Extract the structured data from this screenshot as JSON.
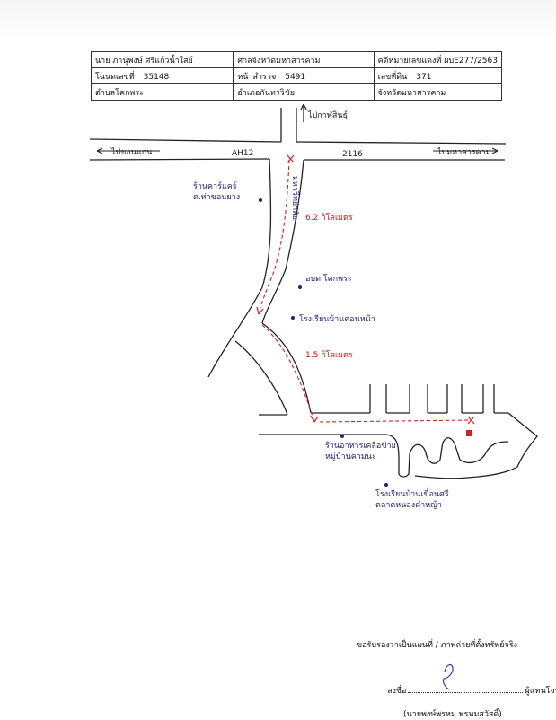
{
  "header": {
    "rows": [
      [
        "นาย ภานุพงษ์ ศรีแก้วน้ำใสย์",
        "ศาลจังหวัดมหาสารคาม",
        "คดีหมายเลขแดงที่ ผบE277/2563"
      ],
      [
        "โฉนดเลขที่",
        "หน้าสำรวจ",
        "เลขที่ดิน"
      ],
      [
        "ตำบลโคกพระ",
        "อำเภอกันทรวิชัย",
        "จังหวัดมหาสารคาม"
      ]
    ],
    "deed_no": "35148",
    "survey_page": "5491",
    "land_no": "371"
  },
  "map": {
    "road_code": "AH12",
    "road_number": "2116",
    "left_dest": "ไปขอนแก่น",
    "right_dest": "ไปมหาสารคาม",
    "north_dest": "ไปกาฬสินธุ์",
    "landmark_1": "ร้านคาร์แคร์",
    "landmark_1b": "ต.ท่าขอนยาง",
    "village_road": "มหาวิทยาลัย",
    "distance_1": "6.2 กิโลเมตร",
    "landmark_2": "อบต.โคกพระ",
    "landmark_3": "โรงเรียนบ้านดอนหน้า",
    "distance_2": "1.5 กิโลเมตร",
    "landmark_4": "ร้านอาหารเคลือข่าย",
    "landmark_4b": "หมู่บ้านคามนะ",
    "landmark_5": "โรงเรียนบ้านเขื่อนศรี",
    "landmark_5b": "ตลาดหนองคำหญ้า",
    "colors": {
      "route": "#d42020",
      "ink": "#23237a",
      "target": "#d42020"
    }
  },
  "footer": {
    "certify": "ขอรับรองว่าเป็นแผนที่ / ภาพถ่ายที่ตั้งทรัพย์จริง",
    "sign_prefix": "ลงชื่อ",
    "sign_suffix": "ผู้แทนโจทก์",
    "signer": "(นายพงษ์พรหม พรหมสวัสดิ์)"
  }
}
